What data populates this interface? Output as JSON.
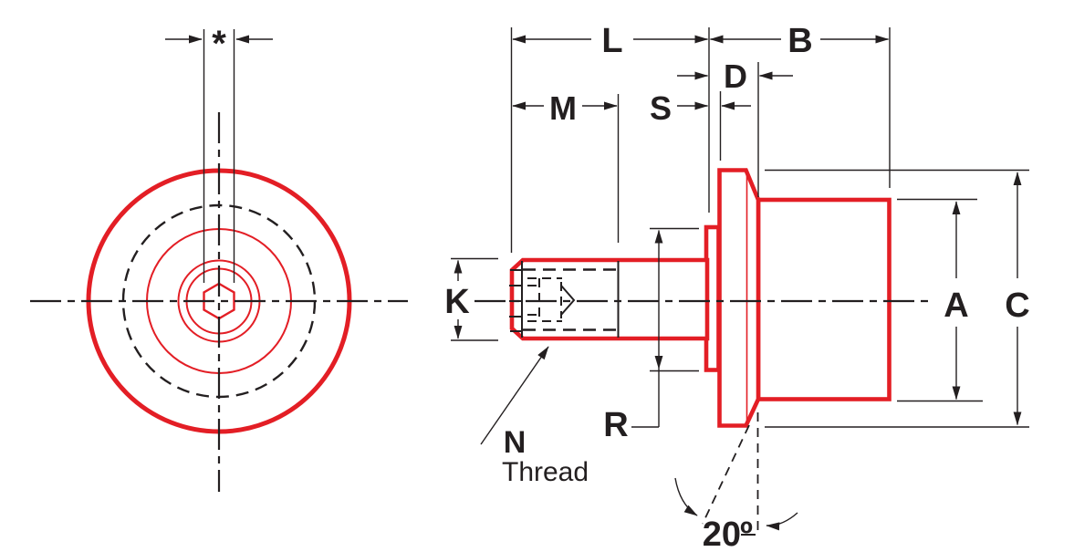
{
  "colors": {
    "part_red": "#E31E25",
    "line_black": "#231F20",
    "background": "#FFFFFF"
  },
  "labels": {
    "star": "*",
    "L": "L",
    "B": "B",
    "D": "D",
    "M": "M",
    "S": "S",
    "K": "K",
    "R": "R",
    "A": "A",
    "C": "C",
    "thread_letter": "N",
    "thread_word": "Thread",
    "angle_value": "20",
    "angle_ordinal": "º"
  }
}
